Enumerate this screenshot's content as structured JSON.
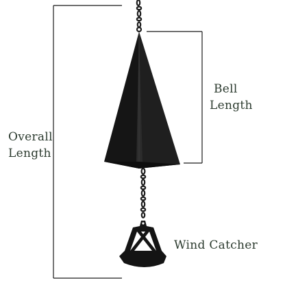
{
  "labels": {
    "overall_length": [
      "Overall",
      "Length"
    ],
    "bell_length": [
      "Bell",
      "Length"
    ],
    "wind_catcher": "Wind Catcher"
  },
  "colors": {
    "label_text": "#2b3a2e",
    "dimension_line": "#1a1a1a",
    "bell": "#151515",
    "bell_shade": "#2a2a2a",
    "chain": "#1c1c1c",
    "background": "#ffffff"
  }
}
